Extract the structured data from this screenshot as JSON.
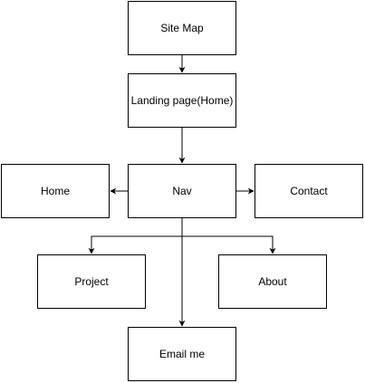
{
  "diagram": {
    "nodes": {
      "sitemap": "Site Map",
      "landing": "Landing page(Home)",
      "home": "Home",
      "nav": "Nav",
      "contact": "Contact",
      "project": "Project",
      "about": "About",
      "email": "Email me"
    },
    "colors": {
      "stroke": "#000000",
      "fill": "#ffffff",
      "text": "#000000"
    }
  }
}
